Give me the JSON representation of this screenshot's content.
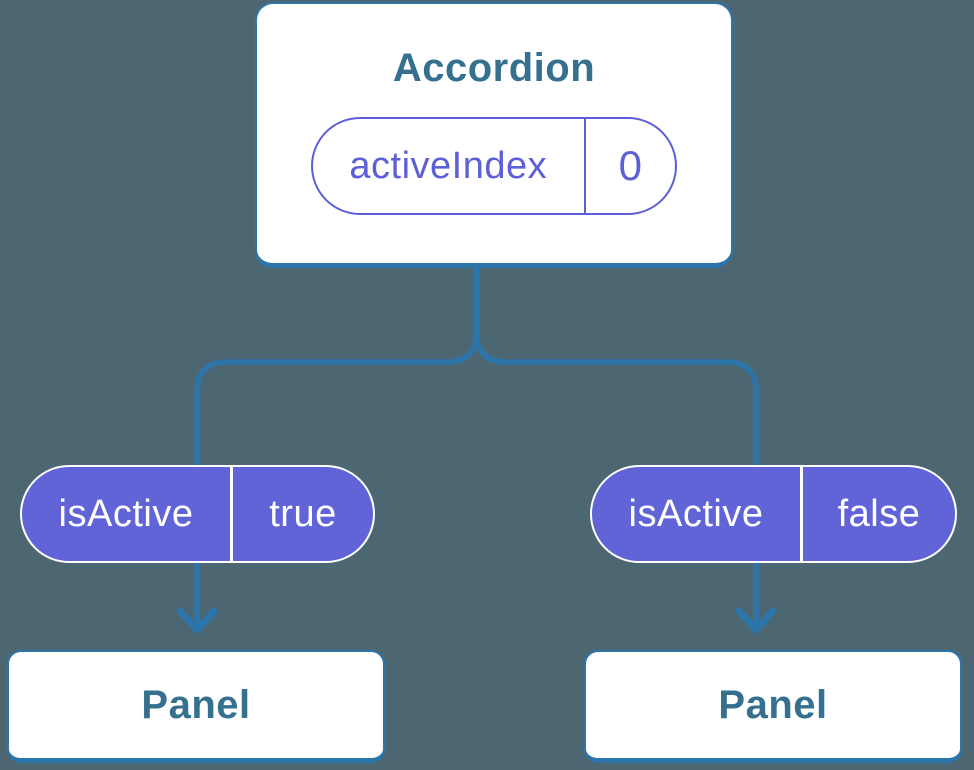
{
  "tree": {
    "root": {
      "label": "Accordion",
      "prop": {
        "name": "activeIndex",
        "value": "0"
      }
    },
    "children": [
      {
        "prop": {
          "name": "isActive",
          "value": "true"
        },
        "label": "Panel"
      },
      {
        "prop": {
          "name": "isActive",
          "value": "false"
        },
        "label": "Panel"
      }
    ]
  },
  "colors": {
    "background": "#4C6772",
    "connector_blue": "#2C75AA",
    "heading_blue": "#35708F",
    "purple": "#5C5FD6",
    "purple_fill": "#6164D6",
    "white": "#FFFFFF"
  }
}
